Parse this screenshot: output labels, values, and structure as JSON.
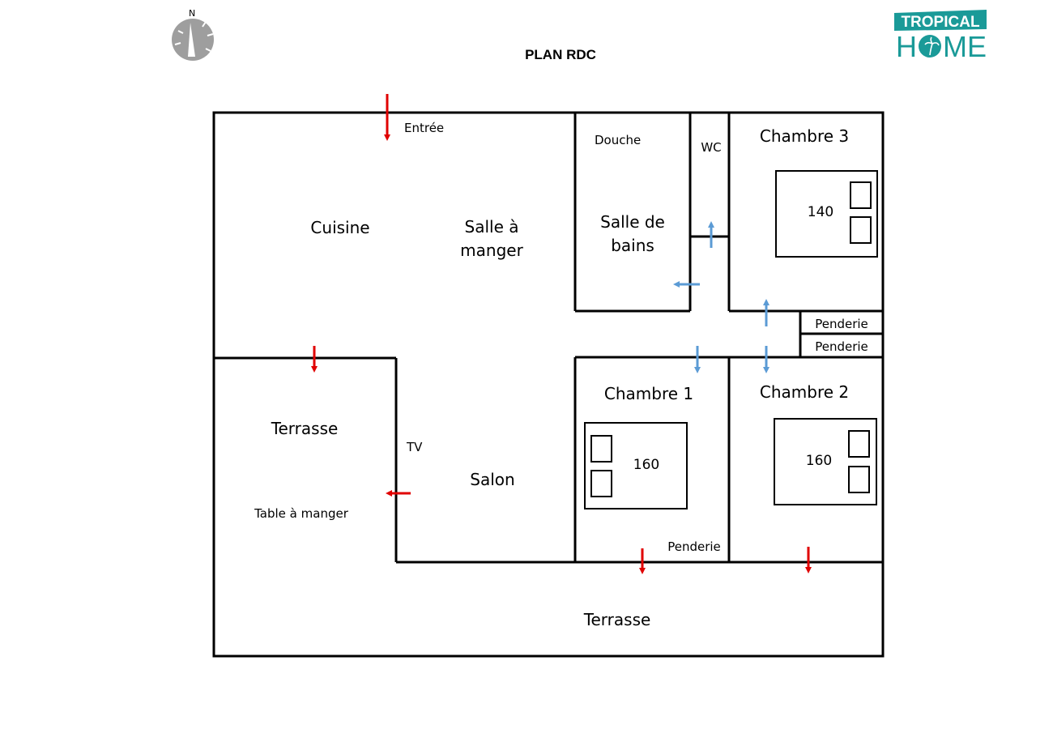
{
  "title": "PLAN RDC",
  "logo": {
    "line1": "TROPICAL",
    "line2_left": "H",
    "line2_right": "ME",
    "color": "#1a9a98"
  },
  "compass": {
    "label": "N",
    "color": "#9e9e9e"
  },
  "rooms": {
    "cuisine": "Cuisine",
    "salle_a_manger_1": "Salle à",
    "salle_a_manger_2": "manger",
    "entree": "Entrée",
    "douche": "Douche",
    "salle_de_bains_1": "Salle de",
    "salle_de_bains_2": "bains",
    "wc": "WC",
    "chambre3": "Chambre 3",
    "chambre1": "Chambre 1",
    "chambre2": "Chambre 2",
    "penderie_top": "Penderie",
    "penderie_bottom": "Penderie",
    "penderie_ch1": "Penderie",
    "terrasse_left": "Terrasse",
    "table_a_manger": "Table à manger",
    "tv": "TV",
    "salon": "Salon",
    "terrasse_bottom": "Terrasse"
  },
  "beds": {
    "chambre3": "140",
    "chambre1": "160",
    "chambre2": "160"
  },
  "colors": {
    "wall": "#000000",
    "exterior_arrow": "#e00000",
    "interior_arrow": "#5b9bd5"
  }
}
